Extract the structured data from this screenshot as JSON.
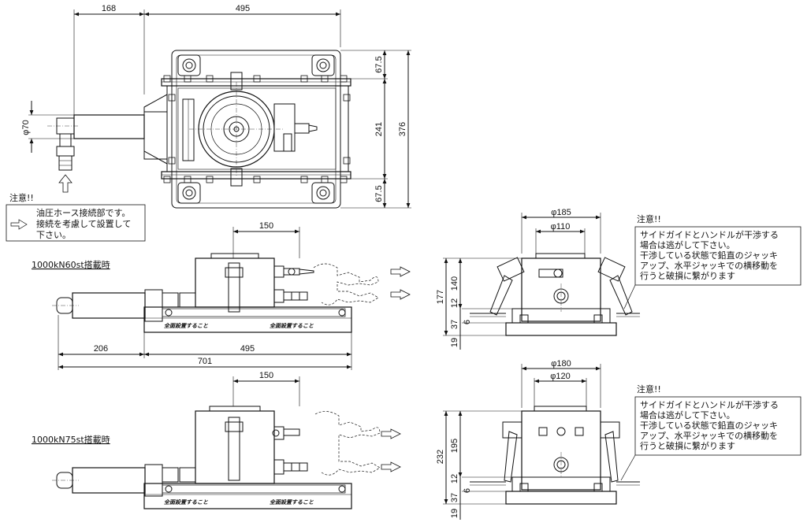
{
  "top_view": {
    "dim_left": "168",
    "dim_width": "495",
    "dim_top_gap": "67.5",
    "dim_mid": "241",
    "dim_total_height": "376",
    "dim_bottom_gap": "67.5",
    "dim_hose_dia": "φ70"
  },
  "hose_note": {
    "heading": "注意!!",
    "lines": [
      "油圧ホース接続部です。",
      "接続を考慮して設置して",
      "下さい。"
    ]
  },
  "side_view_60": {
    "caption": "1000kN60st搭載時",
    "dim_offset": "150",
    "dim_left": "206",
    "dim_width": "495",
    "dim_total": "701",
    "base_text_1": "全面設置すること",
    "base_text_2": "全面設置すること"
  },
  "side_view_75": {
    "caption": "1000kN75st搭載時",
    "dim_offset": "150",
    "base_text_1": "全面設置すること",
    "base_text_2": "全面設置すること"
  },
  "front_view_60": {
    "dim_outer_dia": "φ185",
    "dim_inner_dia": "φ110",
    "dim_total": "177",
    "dim_body": "140",
    "dim_a": "12",
    "dim_b": "37",
    "dim_c": "6",
    "dim_d": "19"
  },
  "front_view_75": {
    "dim_outer_dia": "φ180",
    "dim_inner_dia": "φ120",
    "dim_total": "232",
    "dim_body": "195",
    "dim_a": "12",
    "dim_b": "37",
    "dim_c": "6",
    "dim_d": "19"
  },
  "side_note_1": {
    "heading": "注意!!",
    "lines": [
      "サイドガイドとハンドルが干渉する",
      "場合は逃がして下さい。",
      "干渉している状態で鉛直のジャッキ",
      "アップ、水平ジャッキでの横移動を",
      "行うと破損に繋がります"
    ]
  },
  "side_note_2": {
    "heading": "注意!!",
    "lines": [
      "サイドガイドとハンドルが干渉する",
      "場合は逃がして下さい。",
      "干渉している状態で鉛直のジャッキ",
      "アップ、水平ジャッキでの横移動を",
      "行うと破損に繋がります"
    ]
  }
}
